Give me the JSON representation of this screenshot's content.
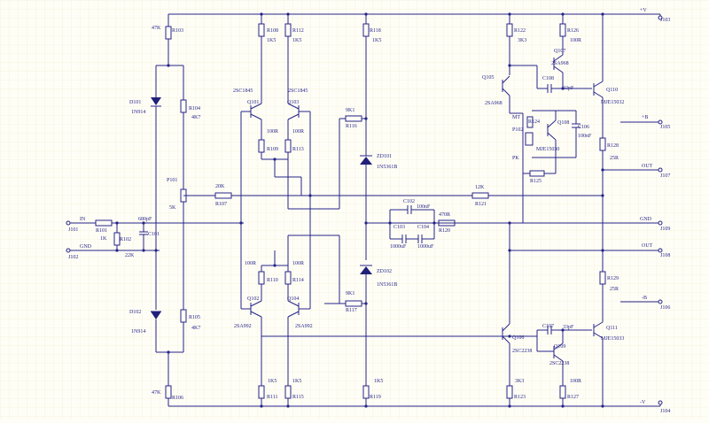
{
  "colors": {
    "wire": "#24248a",
    "text": "#26268c",
    "background": "#fffef6",
    "grid": "#f0ead0"
  },
  "rails": {
    "pos": "+V",
    "neg": "-V",
    "pos_connector": "J103",
    "neg_connector": "J104"
  },
  "connectors": {
    "in_label": "IN",
    "in_ref": "J101",
    "gnd_in_label": "GND",
    "gnd_in_ref": "J102",
    "b_pos_label": "+B",
    "b_pos_ref": "J105",
    "out1_label": "OUT",
    "out1_ref": "J107",
    "gnd_out_label": "GND",
    "gnd_out_ref": "J109",
    "out2_label": "OUT",
    "out2_ref": "J108",
    "b_neg_label": "-B",
    "b_neg_ref": "J106"
  },
  "resistors": {
    "R101": "1K",
    "R102": "22K",
    "R103": "47K",
    "R104": "4K7",
    "R105": "4K7",
    "R106": "47K",
    "R107": "20K",
    "R108": "1K5",
    "R109": "100R",
    "R110": "100R",
    "R111": "1K5",
    "R112": "1K5",
    "R113": "100R",
    "R114": "100R",
    "R115": "1K5",
    "R116": "9K1",
    "R117": "9K1",
    "R118": "1K5",
    "R119": "1K5",
    "R120": "470R",
    "R121": "12K",
    "R122": "3K3",
    "R123": "3K3",
    "R124": "",
    "R125": "",
    "R126": "100R",
    "R127": "100R",
    "R128": "25R",
    "R129": "25R"
  },
  "pot": {
    "ref": "P101",
    "value": "5K"
  },
  "pot2": {
    "ref": "P102"
  },
  "capacitors": {
    "C101": "680pF",
    "C102": "100nF",
    "C103": "1000uF",
    "C104": "1000uF",
    "C106": "100nF",
    "C107": "33pF",
    "C108": "33pF"
  },
  "diodes": {
    "D101": "1N914",
    "D102": "1N914",
    "ZD101": "1N5361B",
    "ZD102": "1N5361B"
  },
  "transistors": {
    "Q101": "2SC1845",
    "Q102": "2SA992",
    "Q103": "2SC1845",
    "Q104": "2SA992",
    "Q105": "2SA968",
    "Q106": "2SC2238",
    "Q107": "2SA968",
    "Q108": "MJE15030",
    "Q109": "2SC2238",
    "Q110": "MJE15032",
    "Q111": "MJE15033"
  },
  "misc": {
    "mt": "MT",
    "pk": "PK"
  }
}
